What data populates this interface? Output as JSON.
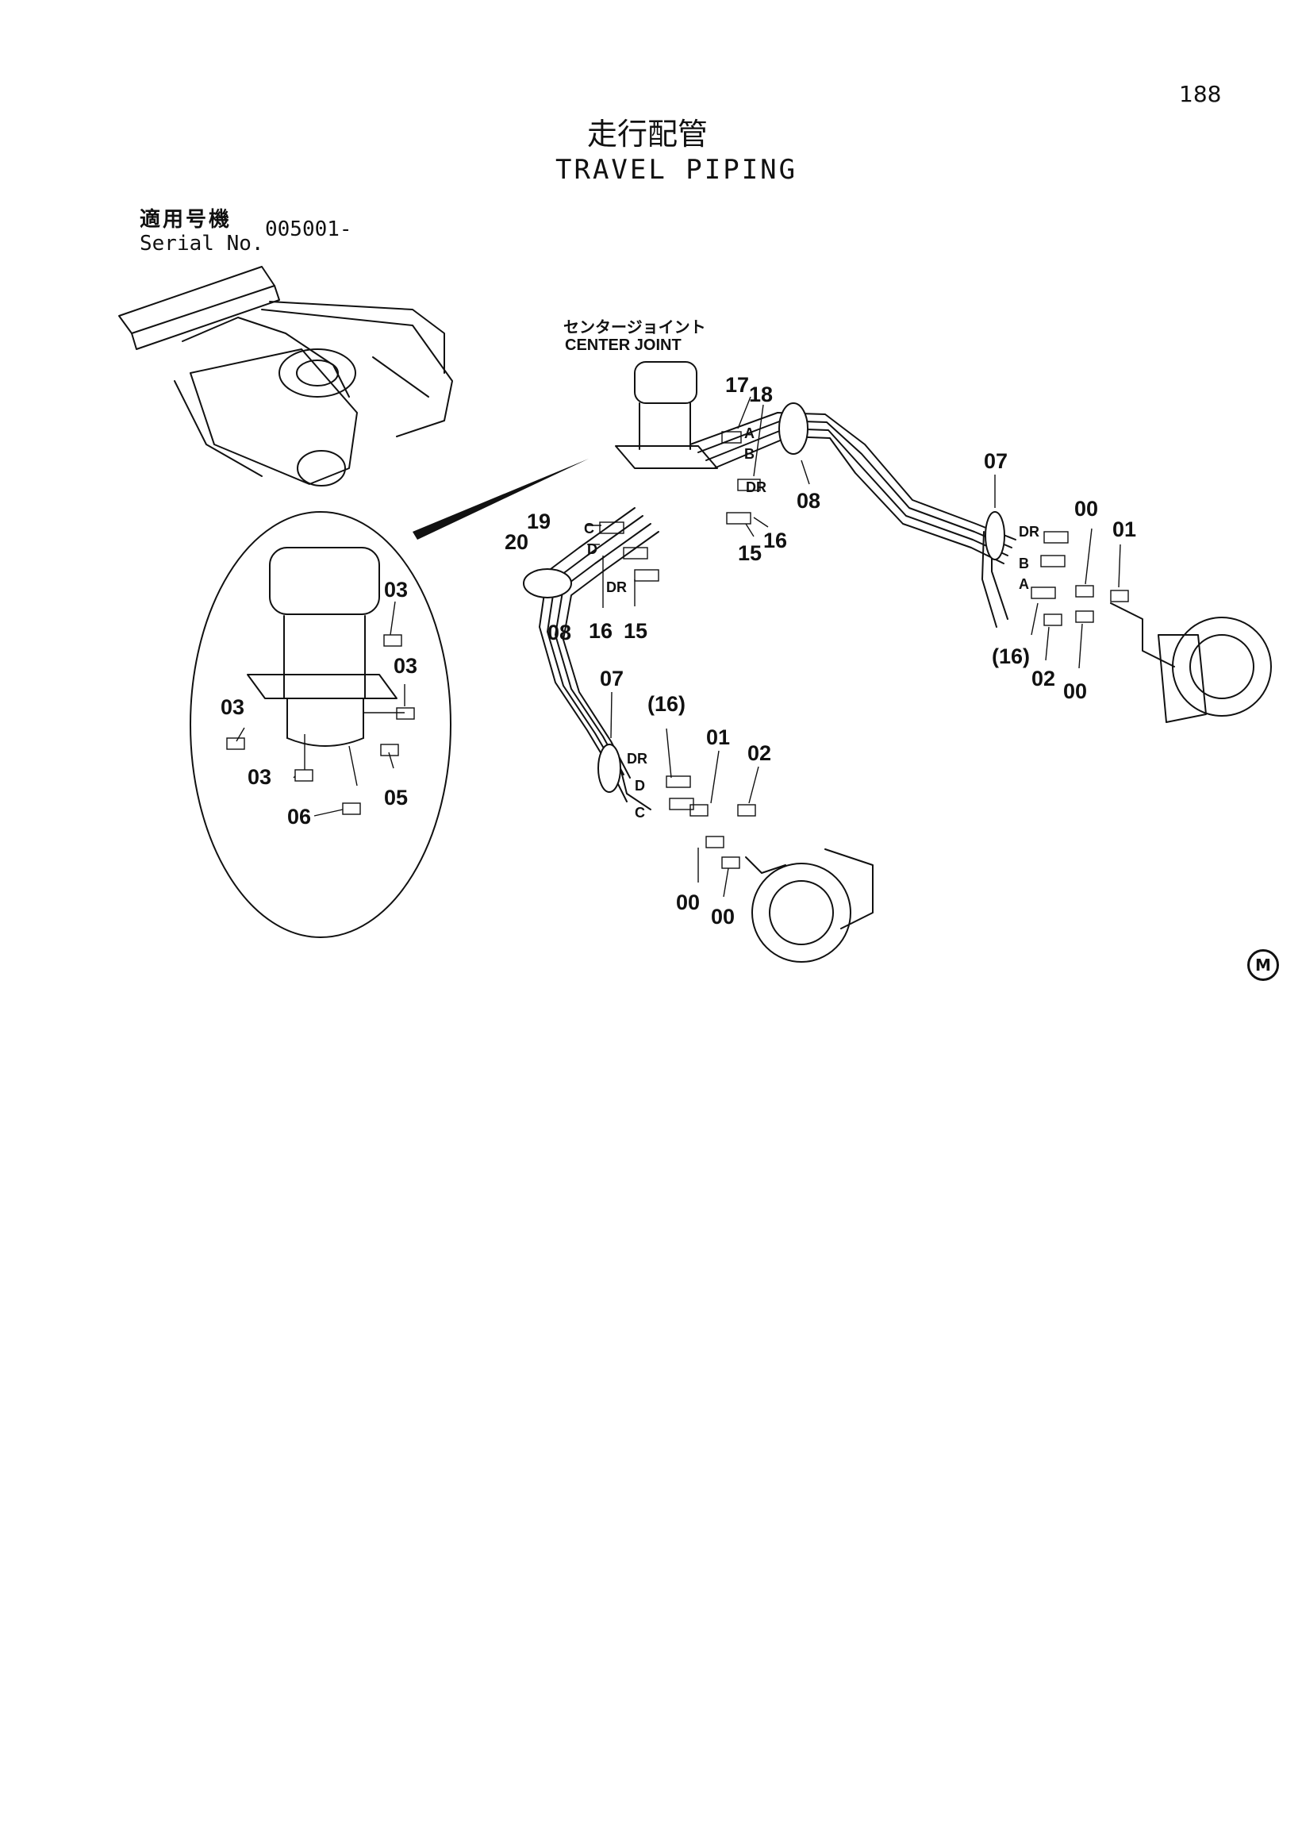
{
  "page_number": "188",
  "title_ja": "走行配管",
  "title_en": "TRAVEL PIPING",
  "serial": {
    "label_ja": "適用号機",
    "label_en": "Serial No.",
    "value": "005001-"
  },
  "center_joint": {
    "label_ja": "センタージョイント",
    "label_en": "CENTER JOINT"
  },
  "inset_callouts": [
    "03",
    "03",
    "03",
    "03",
    "05",
    "06"
  ],
  "main_callouts": [
    "17",
    "18",
    "08",
    "07",
    "00",
    "01",
    "19",
    "20",
    "15",
    "16",
    "08",
    "16",
    "15",
    "(16)",
    "02",
    "00",
    "07",
    "(16)",
    "01",
    "02",
    "00",
    "00"
  ],
  "port_labels": [
    "A",
    "B",
    "DR",
    "C",
    "D",
    "DR",
    "DR",
    "B",
    "A",
    "DR",
    "D",
    "C"
  ],
  "marker": "M"
}
